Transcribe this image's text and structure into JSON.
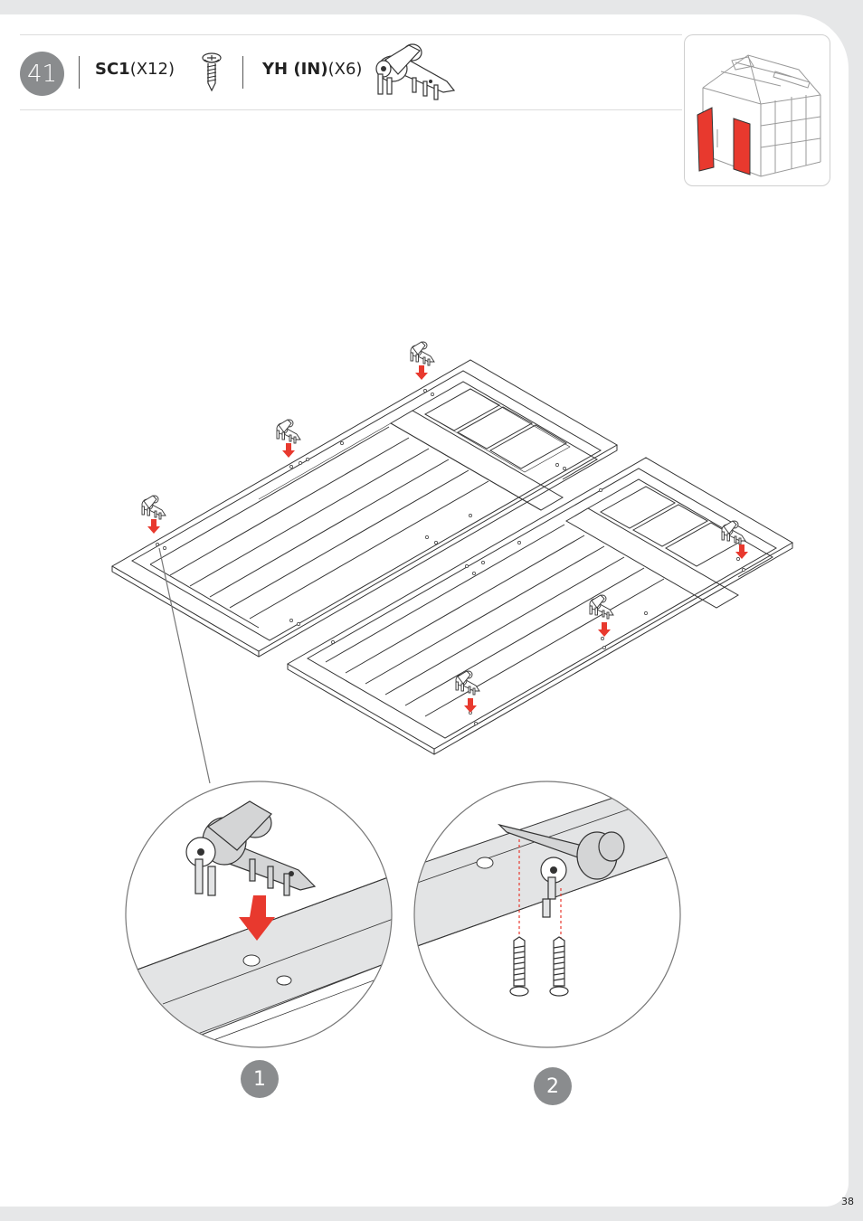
{
  "step": {
    "number": "41"
  },
  "parts": [
    {
      "code": "SC1",
      "qty": "(X12)",
      "icon": "screw-icon"
    },
    {
      "code": "YH (IN)",
      "qty": "(X6)",
      "icon": "hinge-icon"
    }
  ],
  "substeps": [
    {
      "label": "1"
    },
    {
      "label": "2"
    }
  ],
  "page_number": "38",
  "colors": {
    "accent_red": "#e8392e",
    "step_gray": "#8a8c8e",
    "line": "#333333"
  }
}
